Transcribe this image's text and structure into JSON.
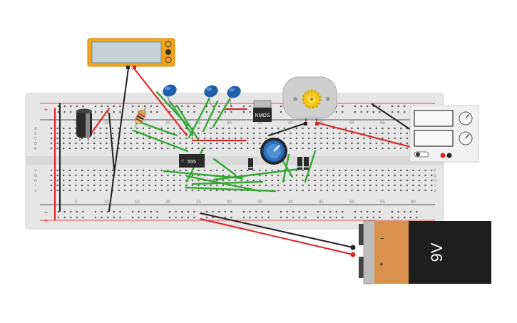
{
  "breadboard": {
    "column_labels_top": [
      "5",
      "10",
      "15",
      "20",
      "25",
      "30",
      "35",
      "40",
      "45",
      "50",
      "55"
    ],
    "column_labels_bottom": [
      "5",
      "10",
      "15",
      "20",
      "25",
      "30",
      "35",
      "40",
      "45",
      "50",
      "55",
      "60"
    ],
    "row_labels_top": [
      "A",
      "B",
      "C",
      "D",
      "E"
    ],
    "row_labels_bottom": [
      "F",
      "G",
      "H",
      "I",
      "J"
    ],
    "rail_plus": "+",
    "rail_minus": "−"
  },
  "components": {
    "ic_label": "555",
    "mosfet_label": "NMOS",
    "battery_label": "9V",
    "battery_minus": "−",
    "battery_plus": "+"
  },
  "colors": {
    "board": "#e6e6e6",
    "hole": "#555555",
    "wire_red": "#e02020",
    "wire_black": "#222222",
    "wire_green": "#34a834",
    "multimeter": "#f2a51c",
    "battery_orange": "#d9924b",
    "battery_black": "#1e1e1e",
    "capacitor_blue": "#1f5faa",
    "pot_blue": "#2f6fb8",
    "motor_gray": "#cfcfcf",
    "gear_yellow": "#f5c518"
  }
}
